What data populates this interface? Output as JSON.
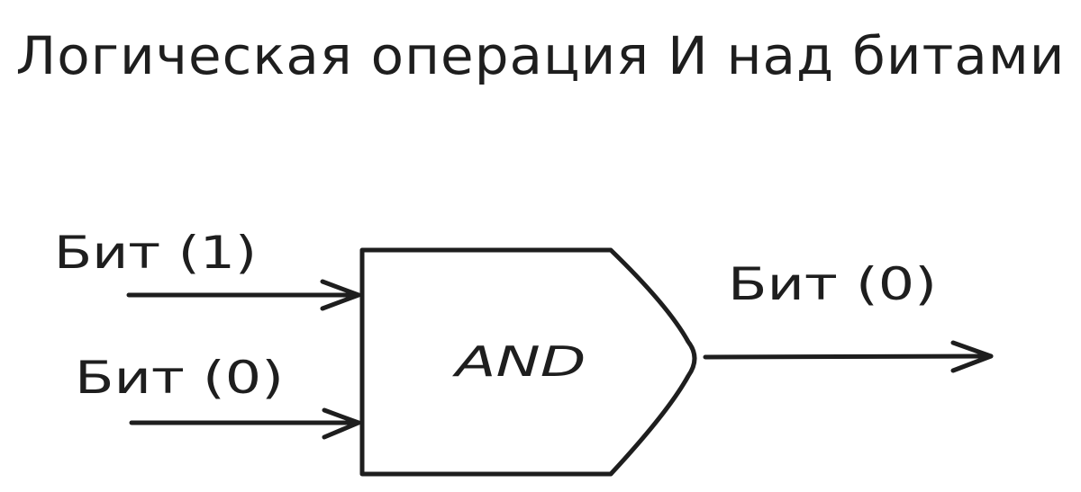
{
  "diagram": {
    "title": "Логическая операция И над битами",
    "gate": {
      "label": "AND",
      "type": "and-gate"
    },
    "inputs": [
      {
        "label": "Бит (1)",
        "value": "1"
      },
      {
        "label": "Бит (0)",
        "value": "0"
      }
    ],
    "output": {
      "label": "Бит (0)",
      "value": "0"
    },
    "colors": {
      "stroke": "#1e1e1e",
      "background": "#ffffff"
    }
  }
}
